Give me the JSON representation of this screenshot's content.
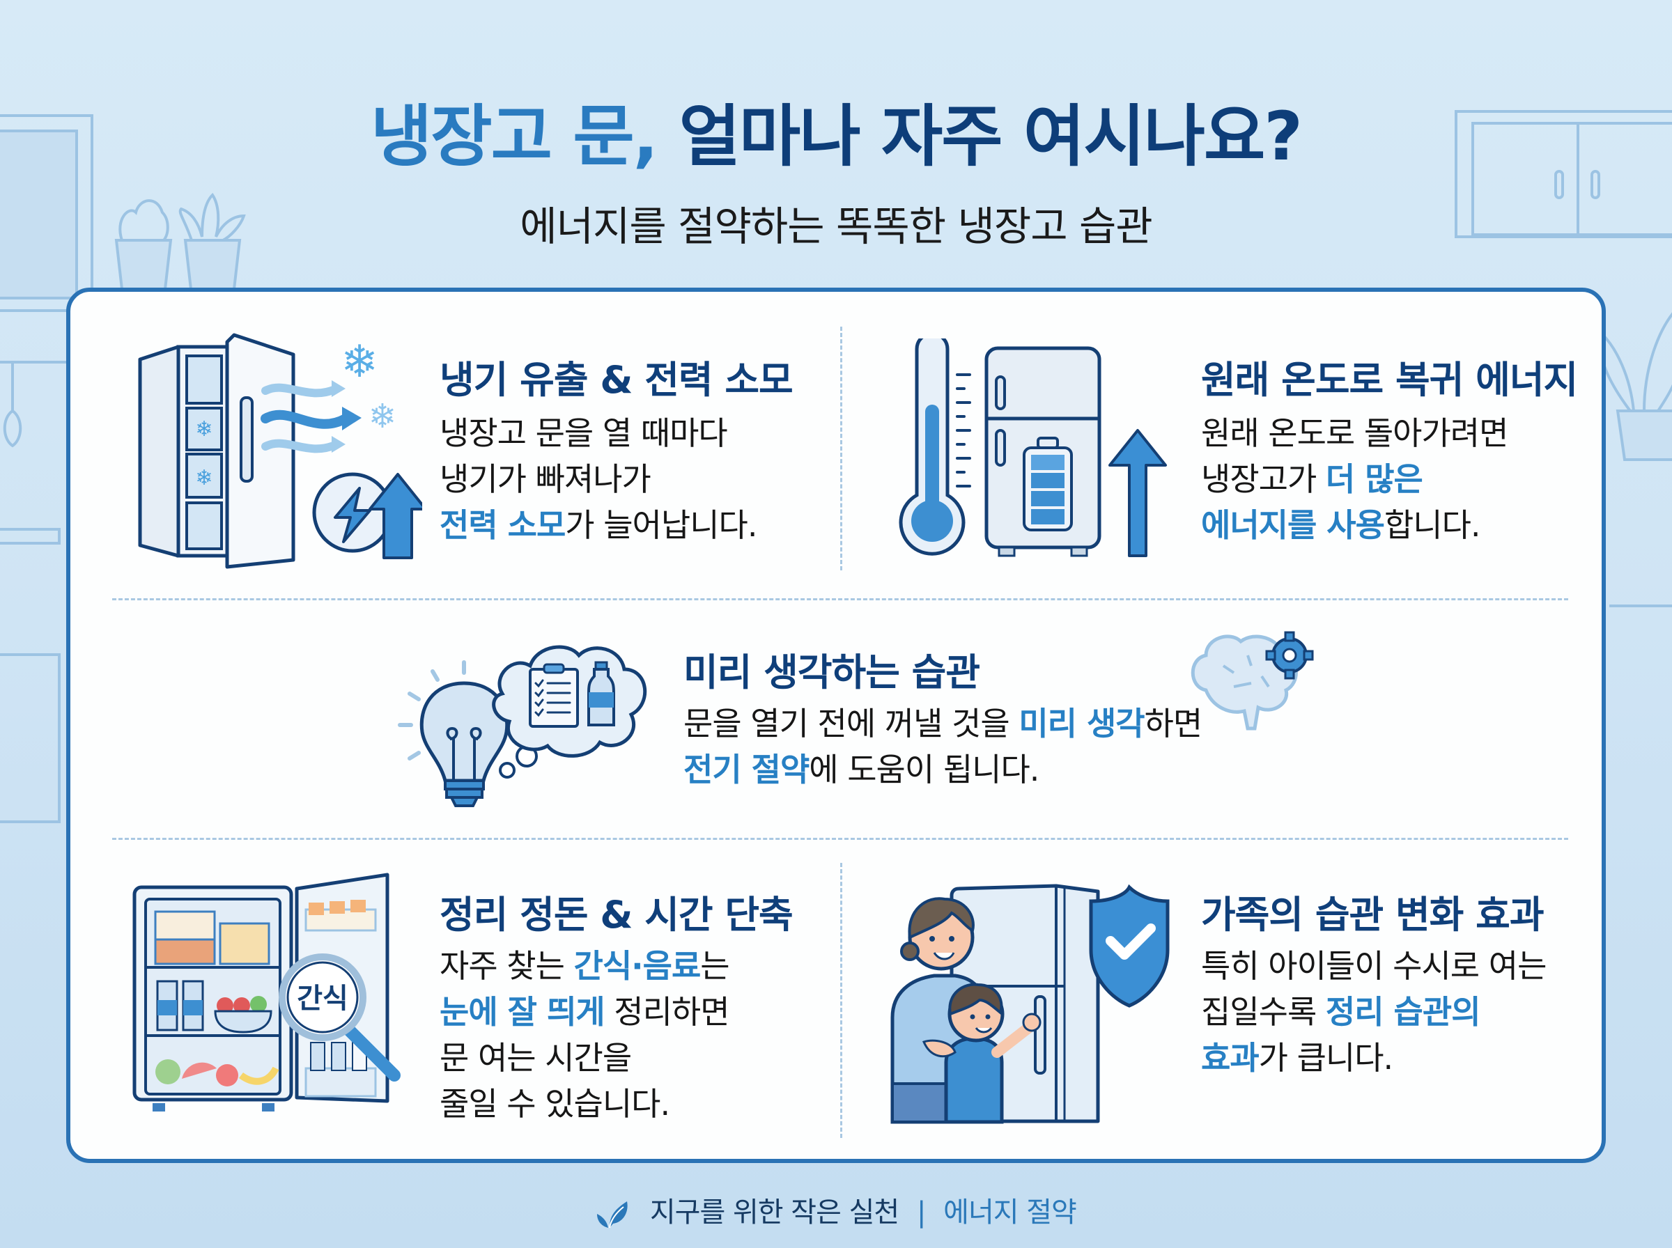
{
  "header": {
    "title_accent": "냉장고 문,",
    "title_rest": "얼마나 자주 여시나요?",
    "subtitle": "에너지를 절약하는 똑똑한 냉장고 습관"
  },
  "sections": [
    {
      "id": "cold-air-leak",
      "title": "냉기 유출 & 전력 소모",
      "lines": [
        [
          {
            "t": "냉장고 문을 열 때마다",
            "hl": false
          }
        ],
        [
          {
            "t": "냉기가 빠져나가",
            "hl": false
          }
        ],
        [
          {
            "t": "전력 소모",
            "hl": true
          },
          {
            "t": "가 늘어납니다.",
            "hl": false
          }
        ]
      ],
      "icon": "open-fridge-cold-air-power-up-icon"
    },
    {
      "id": "recovery-energy",
      "title": "원래 온도로 복귀 에너지",
      "lines": [
        [
          {
            "t": "원래 온도로 돌아가려면",
            "hl": false
          }
        ],
        [
          {
            "t": "냉장고가 ",
            "hl": false
          },
          {
            "t": "더 많은",
            "hl": true
          }
        ],
        [
          {
            "t": "에너지를 사용",
            "hl": true
          },
          {
            "t": "합니다.",
            "hl": false
          }
        ]
      ],
      "icon": "thermometer-fridge-battery-icon"
    },
    {
      "id": "think-ahead",
      "title": "미리 생각하는 습관",
      "lines": [
        [
          {
            "t": "문을 열기 전에 꺼낼 것을 ",
            "hl": false
          },
          {
            "t": "미리 생각",
            "hl": true
          },
          {
            "t": "하면",
            "hl": false
          }
        ],
        [
          {
            "t": "전기 절약",
            "hl": true
          },
          {
            "t": "에 도움이 됩니다.",
            "hl": false
          }
        ]
      ],
      "icon": "lightbulb-thought-checklist-icon"
    },
    {
      "id": "organize",
      "title": "정리 정돈 & 시간 단축",
      "lines": [
        [
          {
            "t": "자주 찾는 ",
            "hl": false
          },
          {
            "t": "간식·음료",
            "hl": true
          },
          {
            "t": "는",
            "hl": false
          }
        ],
        [
          {
            "t": "눈에 잘 띄게",
            "hl": true
          },
          {
            "t": " 정리하면",
            "hl": false
          }
        ],
        [
          {
            "t": "문 여는 시간을",
            "hl": false
          }
        ],
        [
          {
            "t": "줄일 수 있습니다.",
            "hl": false
          }
        ]
      ],
      "icon": "organized-fridge-magnifier-icon",
      "magnifier_label": "간식"
    },
    {
      "id": "family-habit",
      "title": "가족의 습관 변화 효과",
      "lines": [
        [
          {
            "t": "특히 아이들이 수시로 여는",
            "hl": false
          }
        ],
        [
          {
            "t": "집일수록 ",
            "hl": false
          },
          {
            "t": "정리 습관의",
            "hl": true
          }
        ],
        [
          {
            "t": "효과",
            "hl": true
          },
          {
            "t": "가 큽니다.",
            "hl": false
          }
        ]
      ],
      "icon": "family-fridge-shield-icon"
    }
  ],
  "footer": {
    "main": "지구를 위한 작은 실천",
    "separator": "|",
    "tag": "에너지 절약"
  },
  "colors": {
    "navy": "#0f3f7a",
    "accent_blue": "#2780c4",
    "card_border": "#2a72b5",
    "background": "#d2e7f6"
  }
}
